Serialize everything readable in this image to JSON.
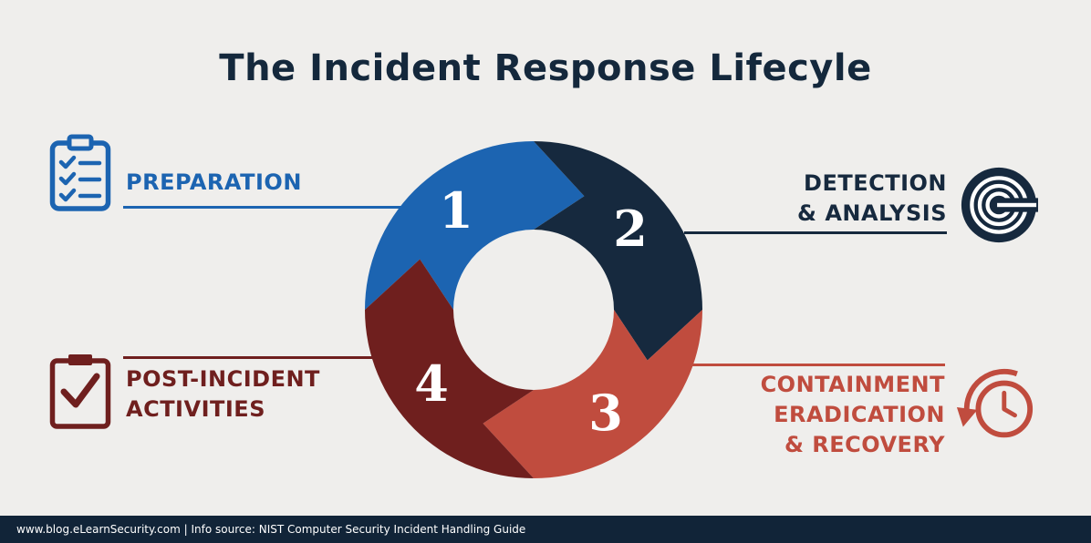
{
  "title": "The Incident Response Lifecyle",
  "colors": {
    "background": "#efeeec",
    "title_text": "#14283c",
    "segment_blue": "#1c64b1",
    "segment_navy": "#16293e",
    "segment_red": "#c04c3e",
    "segment_maroon": "#6f1f1e",
    "number_text": "#ffffff",
    "footer_background": "#112438",
    "footer_text": "#ffffff"
  },
  "cycle": {
    "segments": [
      {
        "number": "1",
        "label": "Preparation",
        "color": "#1c64b1"
      },
      {
        "number": "2",
        "label": "Detection & Analysis",
        "color": "#16293e"
      },
      {
        "number": "3",
        "label": "Containment Eradication & Recovery",
        "color": "#c04c3e"
      },
      {
        "number": "4",
        "label": "Post-Incident Activities",
        "color": "#6f1f1e"
      }
    ]
  },
  "callouts": {
    "preparation": {
      "lines": [
        "PREPARATION"
      ],
      "icon": "clipboard-checklist-icon",
      "color": "#1c64b1"
    },
    "detection": {
      "lines": [
        "DETECTION",
        "& ANALYSIS"
      ],
      "icon": "radar-icon",
      "color": "#16293e"
    },
    "containment": {
      "lines": [
        "CONTAINMENT",
        "ERADICATION",
        "& RECOVERY"
      ],
      "icon": "clock-rotate-icon",
      "color": "#c04c3e"
    },
    "post_incident": {
      "lines": [
        "POST-INCIDENT",
        "ACTIVITIES"
      ],
      "icon": "clipboard-check-icon",
      "color": "#6f1f1e"
    }
  },
  "footer": {
    "text": "www.blog.eLearnSecurity.com | Info source: NIST Computer Security Incident Handling Guide"
  }
}
